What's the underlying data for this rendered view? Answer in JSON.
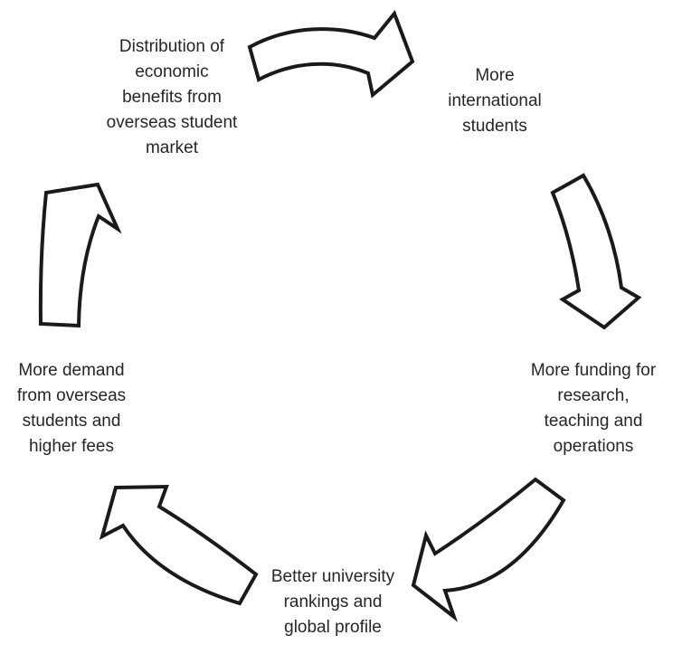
{
  "diagram": {
    "type": "cycle",
    "background_color": "#ffffff",
    "arrow_fill": "#ffffff",
    "arrow_stroke": "#1a1a1a",
    "text_color": "#262626",
    "nodes": [
      {
        "id": "distribution",
        "label": "Distribution of\neconomic\nbenefits from\noverseas student\nmarket"
      },
      {
        "id": "more-international-students",
        "label": "More\ninternational\nstudents"
      },
      {
        "id": "more-funding",
        "label": "More funding for\nresearch,\nteaching and\noperations"
      },
      {
        "id": "better-rankings",
        "label": "Better university\nrankings and\nglobal profile"
      },
      {
        "id": "more-demand",
        "label": "More demand\nfrom overseas\nstudents and\nhigher fees"
      }
    ],
    "arrows": [
      {
        "from": "distribution",
        "to": "more-international-students",
        "direction": "clockwise"
      },
      {
        "from": "more-international-students",
        "to": "more-funding",
        "direction": "clockwise"
      },
      {
        "from": "more-funding",
        "to": "better-rankings",
        "direction": "clockwise"
      },
      {
        "from": "better-rankings",
        "to": "more-demand",
        "direction": "clockwise"
      },
      {
        "from": "more-demand",
        "to": "distribution",
        "direction": "clockwise"
      }
    ]
  }
}
